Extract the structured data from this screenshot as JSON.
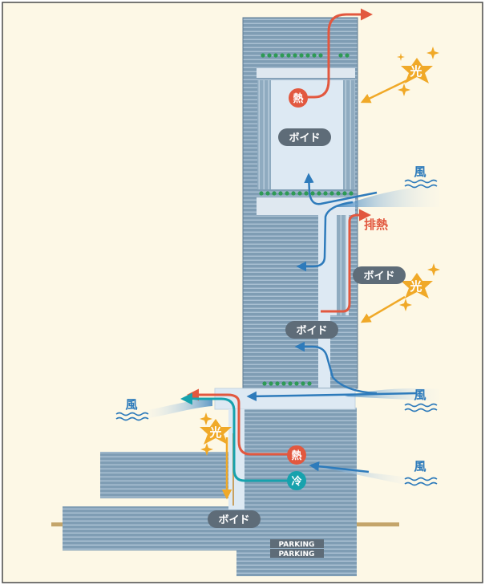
{
  "colors": {
    "background": "#fdf8e6",
    "frame": "#4a4a4a",
    "facade": "#7f9db4",
    "facade_line": "#a9c0d2",
    "void_fill": "#dde9f3",
    "floor_slab": "#dfe8f0",
    "heat": "#e2583f",
    "wind": "#2e7bbb",
    "cool": "#17a2ad",
    "light": "#f0a928",
    "greenery": "#2e9a55",
    "ground": "#c4a56a",
    "label_pill": "#5e6c78"
  },
  "labels": {
    "heat_badge_top": "熱",
    "void_top": "ボイド",
    "wind_upper_right": "風",
    "exhaust_heat": "排熱",
    "void_middle_right": "ボイド",
    "light_middle_right": "光",
    "void_middle": "ボイド",
    "light_top_right": "光",
    "wind_middle_right": "風",
    "wind_left": "風",
    "light_left": "光",
    "heat_badge_bottom": "熱",
    "cool_badge": "冷",
    "wind_lower_right": "風",
    "void_bottom": "ボイド",
    "parking_1": "PARKING",
    "parking_2": "PARKING"
  },
  "icons": [
    "light-burst-icon",
    "wind-waves-icon",
    "tree-dots-icon"
  ]
}
